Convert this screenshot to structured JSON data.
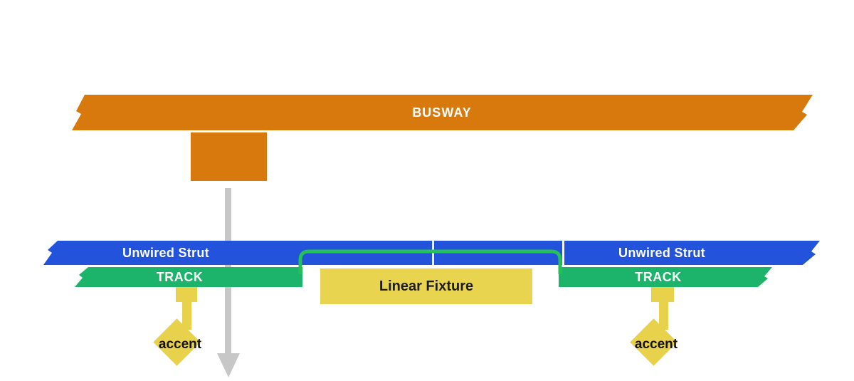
{
  "colors": {
    "busway_orange": "#d8790e",
    "strut_blue": "#2453db",
    "track_green": "#1cb46a",
    "line_green": "#25c158",
    "fixture_yellow": "#e9d44f",
    "accent_yellow": "#e8d14b",
    "arrow_gray": "#c7c7c7"
  },
  "busway": {
    "label": "BUSWAY"
  },
  "strut": {
    "left_label": "Unwired Strut",
    "right_label": "Unwired Strut"
  },
  "track": {
    "left_label": "TRACK",
    "right_label": "TRACK"
  },
  "fixture": {
    "label": "Linear Fixture"
  },
  "accent": {
    "left_label": "accent",
    "right_label": "accent"
  },
  "icons": {
    "down_arrow": "down-arrow"
  }
}
